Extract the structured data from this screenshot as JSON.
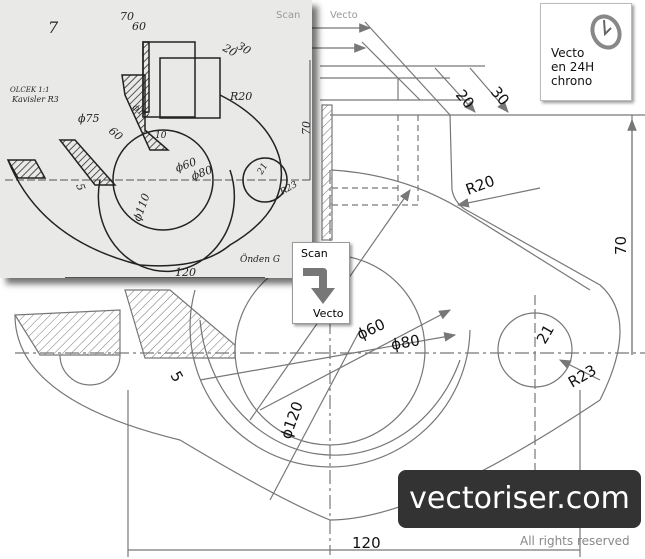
{
  "labels": {
    "scan_top": "Scan",
    "vecto_top": "Vecto"
  },
  "badge": {
    "line1": "Vecto",
    "line2": "en 24H",
    "line3": "chrono",
    "icon": "clock-icon"
  },
  "scan_to_vecto": {
    "from": "Scan",
    "to": "Vecto",
    "icon": "arrow-down-icon"
  },
  "logo": {
    "text": "vectoriser.com"
  },
  "rights": "All rights reserved",
  "vector_dims": {
    "d30": "30",
    "d20": "20",
    "r20": "R20",
    "d70": "70",
    "phi60": "ϕ60",
    "phi80": "ϕ80",
    "phi120": "ϕ120",
    "d21": "21",
    "r23": "R23",
    "d5": "5",
    "d120": "120"
  },
  "scan_dims": {
    "num": "7",
    "d70": "70",
    "d60": "60",
    "d30": "30",
    "d20": "20",
    "r20": "R20",
    "d70v": "70",
    "scale": "OLCEK 1:1",
    "curves": "Kavisler R3",
    "phi75": "ϕ75",
    "d60b": "60",
    "phi10": "ϕ10",
    "d10": "10",
    "phi60": "ϕ60",
    "phi80": "ϕ80",
    "d21": "21",
    "r23": "R23",
    "phi110": "ϕ110",
    "d5": "5",
    "d120": "120",
    "note": "Önden G"
  },
  "colors": {
    "vector": "#777777",
    "scan_ink": "#222222",
    "logo_bg": "#333333"
  }
}
